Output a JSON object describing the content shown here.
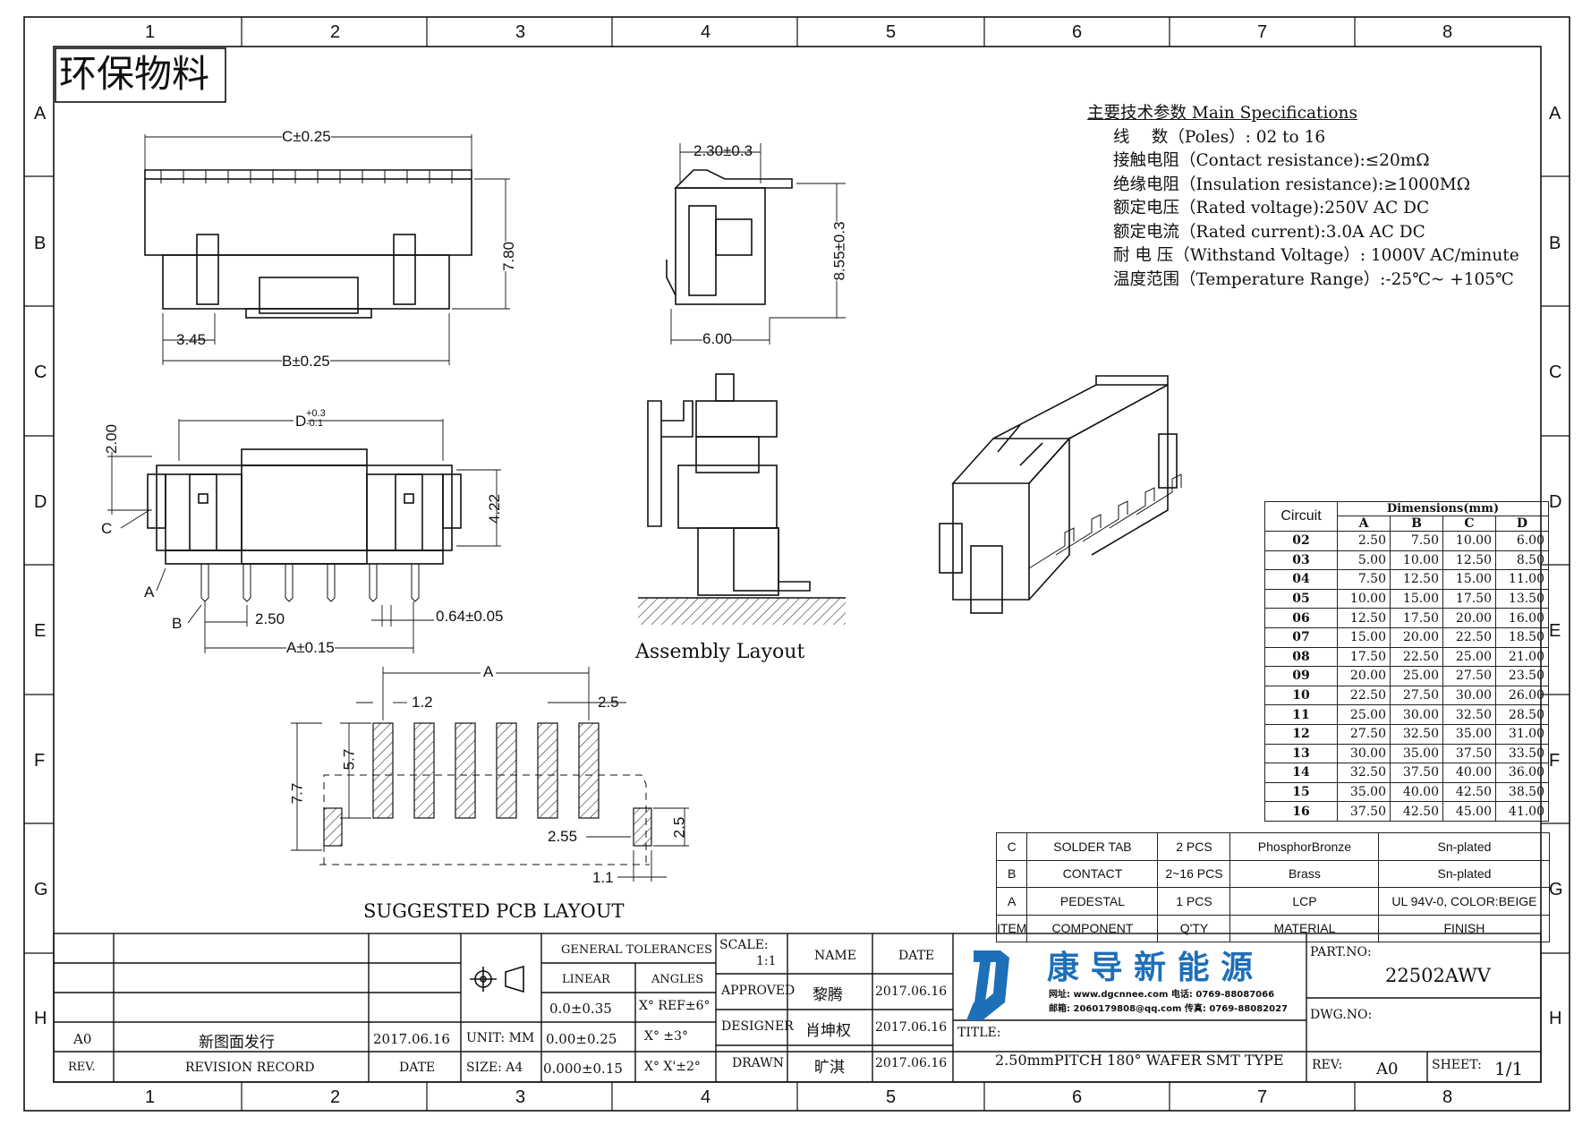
{
  "sheet": {
    "stamp": "环保物料",
    "zone_columns": [
      "1",
      "2",
      "3",
      "4",
      "5",
      "6",
      "7",
      "8"
    ],
    "zone_rows": [
      "A",
      "B",
      "C",
      "D",
      "E",
      "F",
      "G",
      "H"
    ]
  },
  "specs": {
    "heading": "主要技术参数 Main Specifications",
    "lines": [
      "线　 数（Poles）: 02 to 16",
      "接触电阻（Contact resistance):≤20mΩ",
      "绝缘电阻（Insulation resistance):≥1000MΩ",
      "额定电压（Rated voltage):250V AC DC",
      "额定电流（Rated current):3.0A AC DC",
      "耐 电 压（Withstand Voltage）: 1000V AC/minute",
      "温度范围（Temperature Range）:-25℃~ +105℃"
    ]
  },
  "dims": {
    "c": "C±0.25",
    "h780": "7.80",
    "d345": "3.45",
    "b": "B±0.25",
    "w230": "2.30±0.3",
    "h855": "8.55±0.3",
    "w600": "6.00",
    "h200": "2.00",
    "d": "D",
    "d_tol_top": "+0.3",
    "d_tol_bot": "-0.1",
    "h422": "4.22",
    "c_lbl": "C",
    "a_lbl": "A",
    "b_lbl": "B",
    "p250": "2.50",
    "pin": "0.64±0.05",
    "a": "A±0.15",
    "pcb_a": "A",
    "p12": "1.2",
    "p25": "2.5",
    "h57": "5.7",
    "h77": "7.7",
    "p255": "2.55",
    "h25": "2.5",
    "p11": "1.1"
  },
  "labels": {
    "assembly": "Assembly Layout",
    "pcb": "SUGGESTED PCB LAYOUT"
  },
  "dim_table": {
    "circuit_header": "Circuit",
    "dims_header": "Dimensions(mm)",
    "cols": [
      "A",
      "B",
      "C",
      "D"
    ],
    "rows": [
      [
        "02",
        "2.50",
        "7.50",
        "10.00",
        "6.00"
      ],
      [
        "03",
        "5.00",
        "10.00",
        "12.50",
        "8.50"
      ],
      [
        "04",
        "7.50",
        "12.50",
        "15.00",
        "11.00"
      ],
      [
        "05",
        "10.00",
        "15.00",
        "17.50",
        "13.50"
      ],
      [
        "06",
        "12.50",
        "17.50",
        "20.00",
        "16.00"
      ],
      [
        "07",
        "15.00",
        "20.00",
        "22.50",
        "18.50"
      ],
      [
        "08",
        "17.50",
        "22.50",
        "25.00",
        "21.00"
      ],
      [
        "09",
        "20.00",
        "25.00",
        "27.50",
        "23.50"
      ],
      [
        "10",
        "22.50",
        "27.50",
        "30.00",
        "26.00"
      ],
      [
        "11",
        "25.00",
        "30.00",
        "32.50",
        "28.50"
      ],
      [
        "12",
        "27.50",
        "32.50",
        "35.00",
        "31.00"
      ],
      [
        "13",
        "30.00",
        "35.00",
        "37.50",
        "33.50"
      ],
      [
        "14",
        "32.50",
        "37.50",
        "40.00",
        "36.00"
      ],
      [
        "15",
        "35.00",
        "40.00",
        "42.50",
        "38.50"
      ],
      [
        "16",
        "37.50",
        "42.50",
        "45.00",
        "41.00"
      ]
    ]
  },
  "bom": {
    "rows": [
      [
        "C",
        "SOLDER TAB",
        "2 PCS",
        "PhosphorBronze",
        "Sn-plated"
      ],
      [
        "B",
        "CONTACT",
        "2~16 PCS",
        "Brass",
        "Sn-plated"
      ],
      [
        "A",
        "PEDESTAL",
        "1 PCS",
        "LCP",
        "UL 94V-0, COLOR:BEIGE"
      ]
    ],
    "header": [
      "ITEM",
      "COMPONENT",
      "Q'TY",
      "MATERIAL",
      "FINISH"
    ]
  },
  "title_block": {
    "rev_code": "A0",
    "rev_record": "新图面发行",
    "rev_date": "2017.06.16",
    "rev_h": "REV.",
    "record_h": "REVISION RECORD",
    "date_h": "DATE",
    "gen_tol": "GENERAL TOLERANCES",
    "linear": "LINEAR",
    "angles": "ANGLES",
    "unit": "UNIT: MM",
    "size": "SIZE: A4",
    "tol1": "0.0±0.35",
    "tol2": "0.00±0.25",
    "tol3": "0.000±0.15",
    "ang1": "X° REF±6°",
    "ang2": "X° ±3°",
    "ang3": "X° X'±2°",
    "scale_h": "SCALE:",
    "scale": "1:1",
    "name_h": "NAME",
    "date_h2": "DATE",
    "approved": "APPROVED",
    "designer": "DESIGNER",
    "drawn": "DRAWN",
    "approved_name": "黎腾",
    "designer_name": "肖坤权",
    "drawn_name": "旷淇",
    "approved_date": "2017.06.16",
    "designer_date": "2017.06.16",
    "drawn_date": "2017.06.16",
    "company": "康 导 新 能 源",
    "web": "网址: www.dgcnnee.com  电话: 0769-88087066",
    "mail": "邮箱: 2060179808@qq.com 传真: 0769-88082027",
    "title_h": "TITLE:",
    "title": "2.50mmPITCH 180° WAFER SMT TYPE",
    "part_h": "PART.NO:",
    "part": "22502AWV",
    "dwg_h": "DWG.NO:",
    "rev_lbl": "REV:",
    "rev": "A0",
    "sheet_lbl": "SHEET:",
    "sheet": "1/1"
  },
  "colors": {
    "line": "#111111",
    "hatch": "#333333",
    "logo_blue": "#1d6fb8"
  }
}
